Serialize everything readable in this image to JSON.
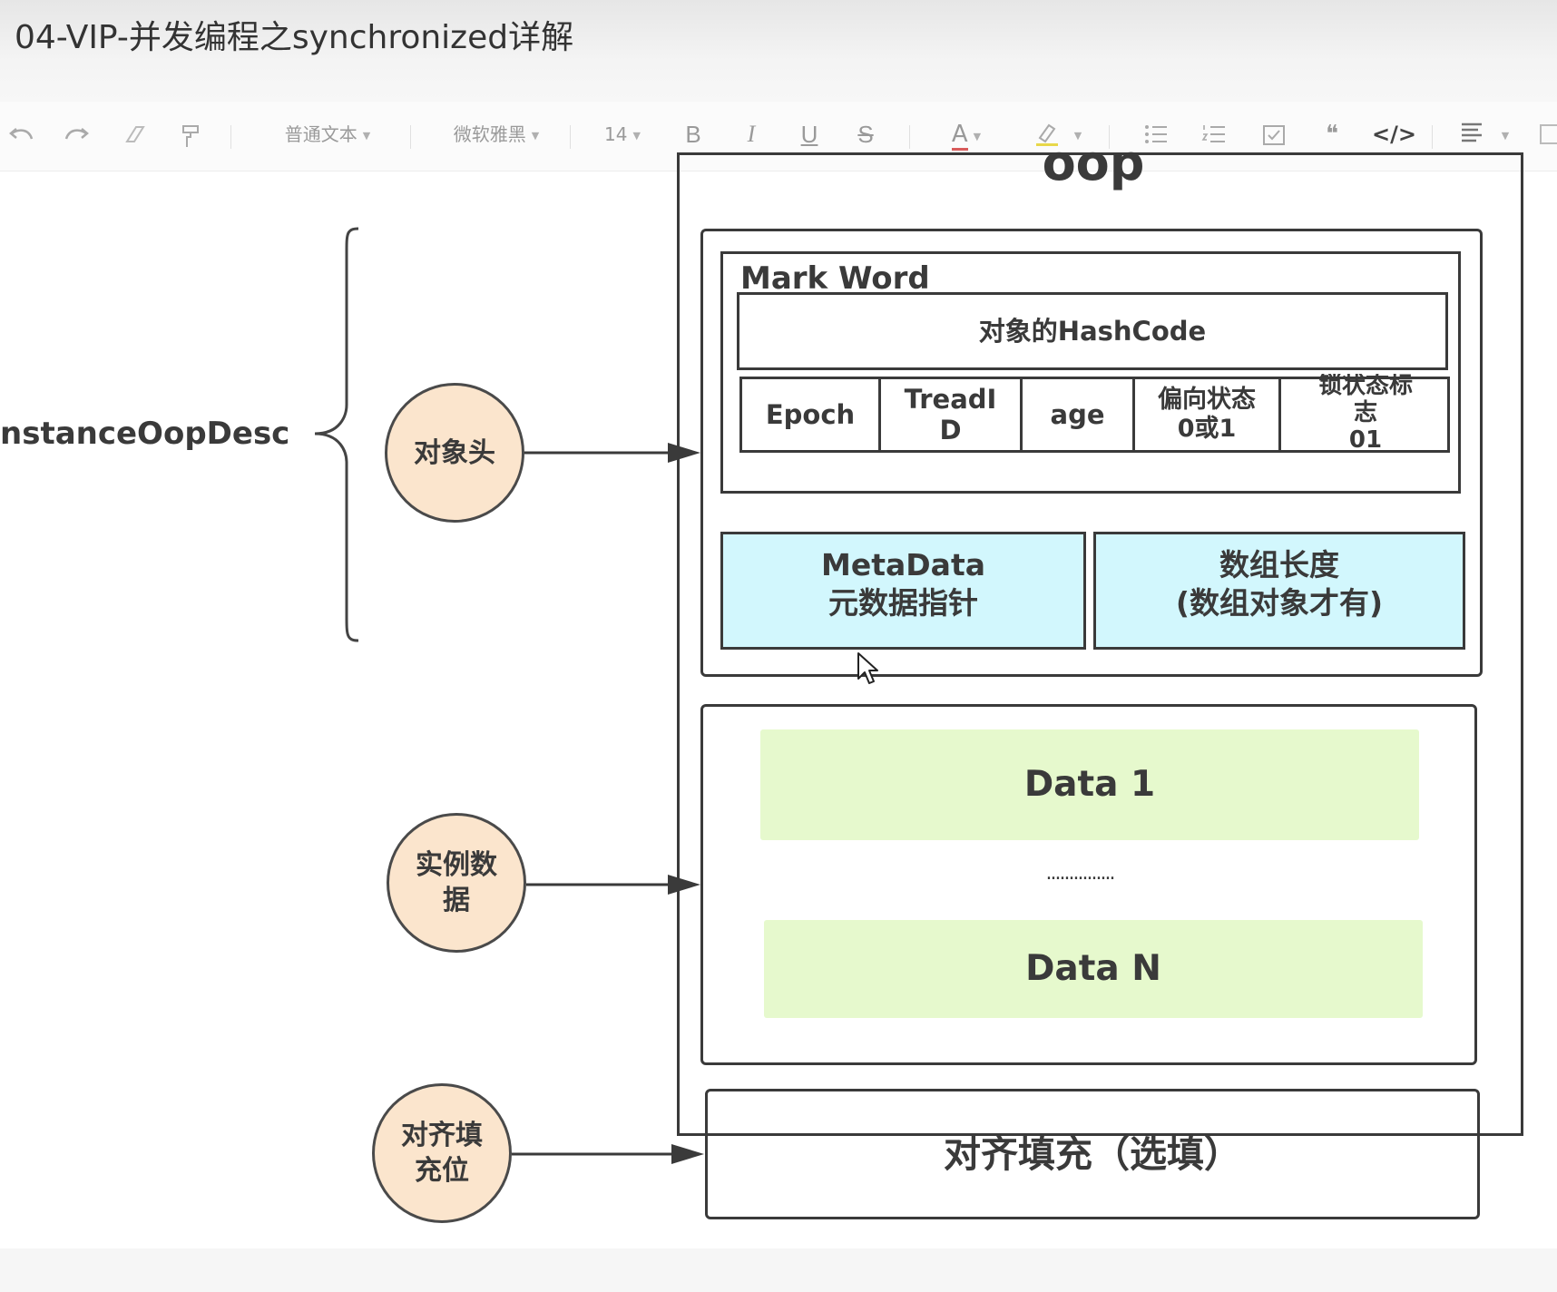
{
  "window": {
    "title": "04-VIP-并发编程之synchronized详解"
  },
  "toolbar": {
    "undo_icon": "undo-icon",
    "redo_icon": "redo-icon",
    "clear_format_icon": "eraser-icon",
    "format_painter_icon": "paint-roller-icon",
    "paragraph_style": "普通文本",
    "font_family": "微软雅黑",
    "font_size": "14",
    "bold": "B",
    "italic": "I",
    "underline": "U",
    "strike": "S",
    "font_color": "A",
    "highlight_icon": "highlighter-icon",
    "bullet_list_icon": "bullet-list-icon",
    "numbered_list_icon": "numbered-list-icon",
    "checkbox_icon": "checkbox-icon",
    "quote": "❝",
    "code": "</>",
    "align_icon": "align-left-icon"
  },
  "diagram": {
    "left_label": "nstanceOopDesc",
    "oop_title": "oop",
    "object_header": "对象头",
    "instance_data": "实例数\n据",
    "padding_bubble": "对齐填\n充位",
    "mark_word": "Mark Word",
    "hashcode": "对象的HashCode",
    "cells": [
      "Epoch",
      "TreadI\nD",
      "age",
      "偏向状态\n0或1",
      "锁状态标\n志\n01"
    ],
    "metadata_line1": "MetaData",
    "metadata_line2": "元数据指针",
    "array_length_line1": "数组长度",
    "array_length_line2": "(数组对象才有)",
    "data1": "Data 1",
    "dots": "...............",
    "dataN": "Data N",
    "padding_box": "对齐填充（选填）"
  },
  "colors": {
    "bubble": "#fbe5cd",
    "metadata_fill": "#d2f7fd",
    "data_fill": "#e6f9cd",
    "stroke": "#3a3a3a"
  }
}
